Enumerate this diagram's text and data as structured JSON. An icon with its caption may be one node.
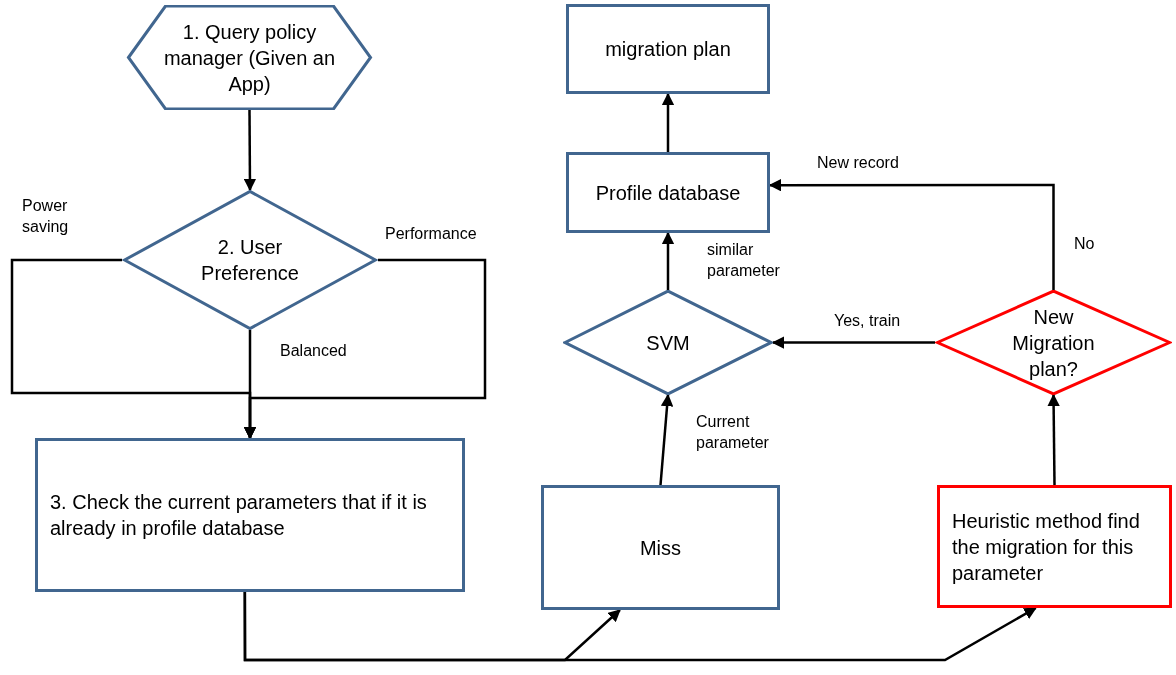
{
  "diagram": {
    "nodes": [
      {
        "text": [
          "1. Query policy manager (Given an App)"
        ]
      },
      {
        "text": [
          "2. User Preference"
        ]
      },
      {
        "text": [
          "3. Check the current parameters that if it is already in profile database"
        ]
      },
      {
        "text": [
          "Miss"
        ]
      },
      {
        "text": [
          "Heuristic method find the migration for this parameter"
        ]
      },
      {
        "text": [
          "SVM"
        ]
      },
      {
        "text": [
          "New Migration plan?"
        ]
      },
      {
        "text": [
          "Profile database"
        ]
      },
      {
        "text": [
          "migration plan"
        ]
      }
    ],
    "edges": [
      {
        "from": 0,
        "to": 1,
        "arrow": "to"
      },
      {
        "from": 1,
        "to": 2,
        "arrow": "to",
        "label": "Balanced"
      },
      {
        "from": 1,
        "to": 2,
        "arrow": "to",
        "label": "Power saving"
      },
      {
        "from": 1,
        "to": 2,
        "arrow": "to",
        "label": "Performance"
      },
      {
        "from": 2,
        "to": 3,
        "arrow": "to"
      },
      {
        "from": 2,
        "to": 4,
        "arrow": "to"
      },
      {
        "from": 3,
        "to": 5,
        "arrow": "to",
        "label": "Current parameter"
      },
      {
        "from": 5,
        "to": 7,
        "arrow": "to",
        "label": "similar parameter"
      },
      {
        "from": 7,
        "to": 8,
        "arrow": "to"
      },
      {
        "from": 6,
        "to": 5,
        "arrow": "to",
        "label": "Yes, train"
      },
      {
        "from": 6,
        "to": 7,
        "arrow": "to",
        "label": "No"
      },
      {
        "from": 4,
        "to": 6,
        "arrow": "to"
      }
    ],
    "labels": [
      "New record"
    ]
  }
}
